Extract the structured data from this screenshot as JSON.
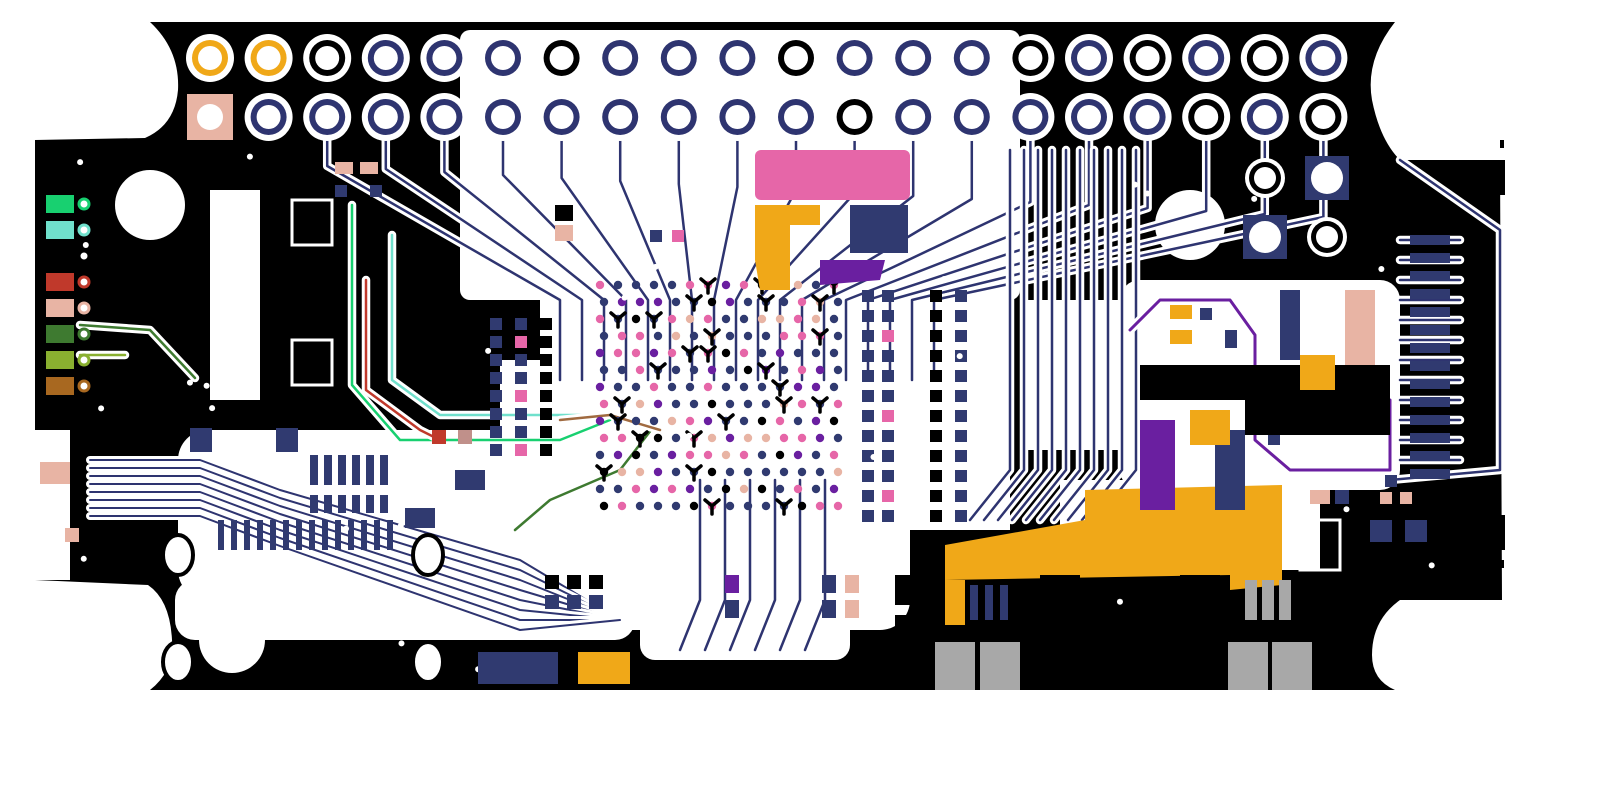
{
  "colors": {
    "background": "#ffffff",
    "copper_pour": "#000000",
    "trace_navy": "#2e3470",
    "pad_navy": "#303a70",
    "pad_pink": "#e666a8",
    "pad_gold": "#f0a818",
    "pad_purple": "#6a1fa0",
    "pad_peach": "#e8b4a4",
    "pad_gray": "#a8a8a8",
    "pad_green": "#18d070",
    "pad_teal": "#70e0cc",
    "pad_red": "#c0392b",
    "pad_olive": "#3e7a30",
    "pad_lime": "#8ab030",
    "pad_brown": "#a86820",
    "header_ring_gold": "#f0a818"
  },
  "layout_summary": {
    "header_rows": 2,
    "header_columns": 20,
    "mounting_holes": 4,
    "side_color_pads": 7,
    "usb_connectors": 2
  }
}
